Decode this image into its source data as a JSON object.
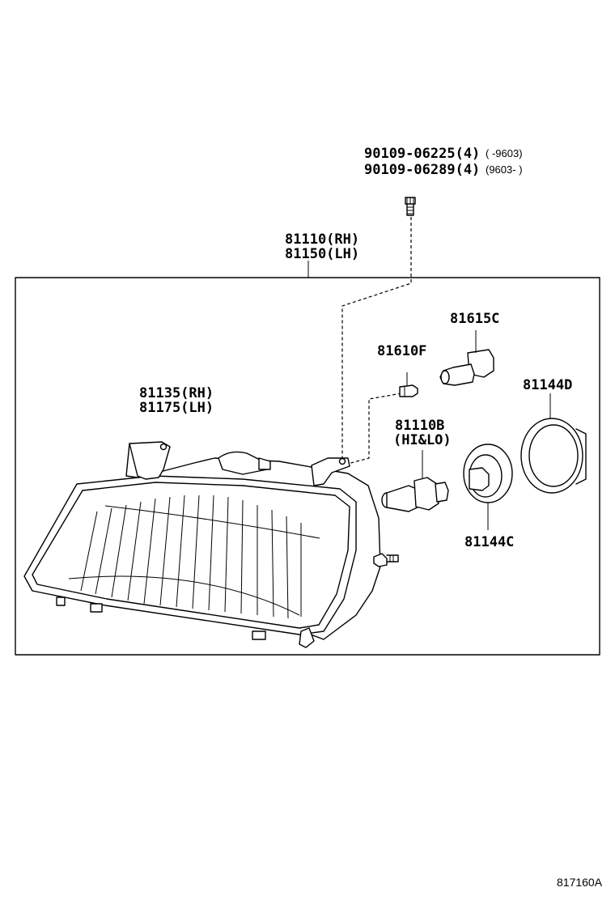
{
  "bolt": {
    "part_a": "90109-06225(4)",
    "range_a": "( -9603)",
    "part_b": "90109-06289(4)",
    "range_b": "(9603- )"
  },
  "headlamp_assy": {
    "rh": "81110(RH)",
    "lh": "81150(LH)"
  },
  "bracket": {
    "rh": "81135(RH)",
    "lh": "81175(LH)"
  },
  "bulb_small": {
    "part": "81610F"
  },
  "socket": {
    "part": "81615C"
  },
  "bulb_main": {
    "part": "81110B",
    "note": "(HI&LO)"
  },
  "cover_inner": {
    "part": "81144C"
  },
  "cover_outer": {
    "part": "81144D"
  },
  "diagram_code": "817160A"
}
